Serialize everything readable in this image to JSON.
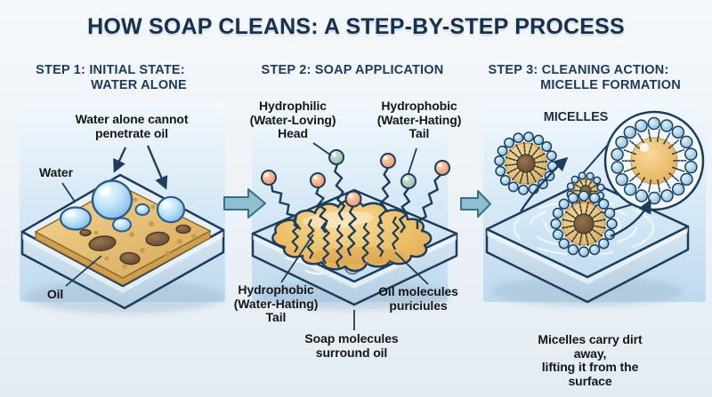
{
  "title": "HOW SOAP CLEANS: A STEP-BY-STEP PROCESS",
  "colors": {
    "ink": "#1d3d5c",
    "title": "#16304d",
    "header": "#1b3a5c",
    "text": "#161616",
    "arrow_teal": "#8fc0cf",
    "oil_amber": "#eebc60",
    "water_blue": "#9ccbe8",
    "head_salmon": "#ee9161",
    "head_green": "#9cc0ac"
  },
  "icons": {
    "step_arrow": "block-arrow-right-icon",
    "magnifier": "zoom-callout-circle-icon"
  },
  "panels": {
    "step1": {
      "header": [
        "STEP 1:  INITIAL STATE:",
        "WATER ALONE"
      ],
      "annotation": "Water alone cannot\npenetrate oil",
      "water_label": "Water",
      "oil_label": "Oil"
    },
    "step2": {
      "header": "STEP 2: SOAP APPLICATION",
      "hydrophilic_label": "Hydrophilic\n(Water-Loving)\nHead",
      "hydrophobic_top_label": "Hydrophobic\n(Water-Hating)\nTail",
      "hydrophobic_bottom_label": "Hydrophobic\n(Water-Hating)\nTail",
      "oil_molecules_label": "Oil molecules\npuriciules",
      "soap_surround_label": "Soap molecules\nsurround oil"
    },
    "step3": {
      "header": [
        "STEP 3:  CLEANING ACTION:",
        "MICELLE FORMATION"
      ],
      "micelles_label": "MICELLES",
      "caption": "Micelles carry dirt away,\nlifting it from the surface"
    }
  }
}
